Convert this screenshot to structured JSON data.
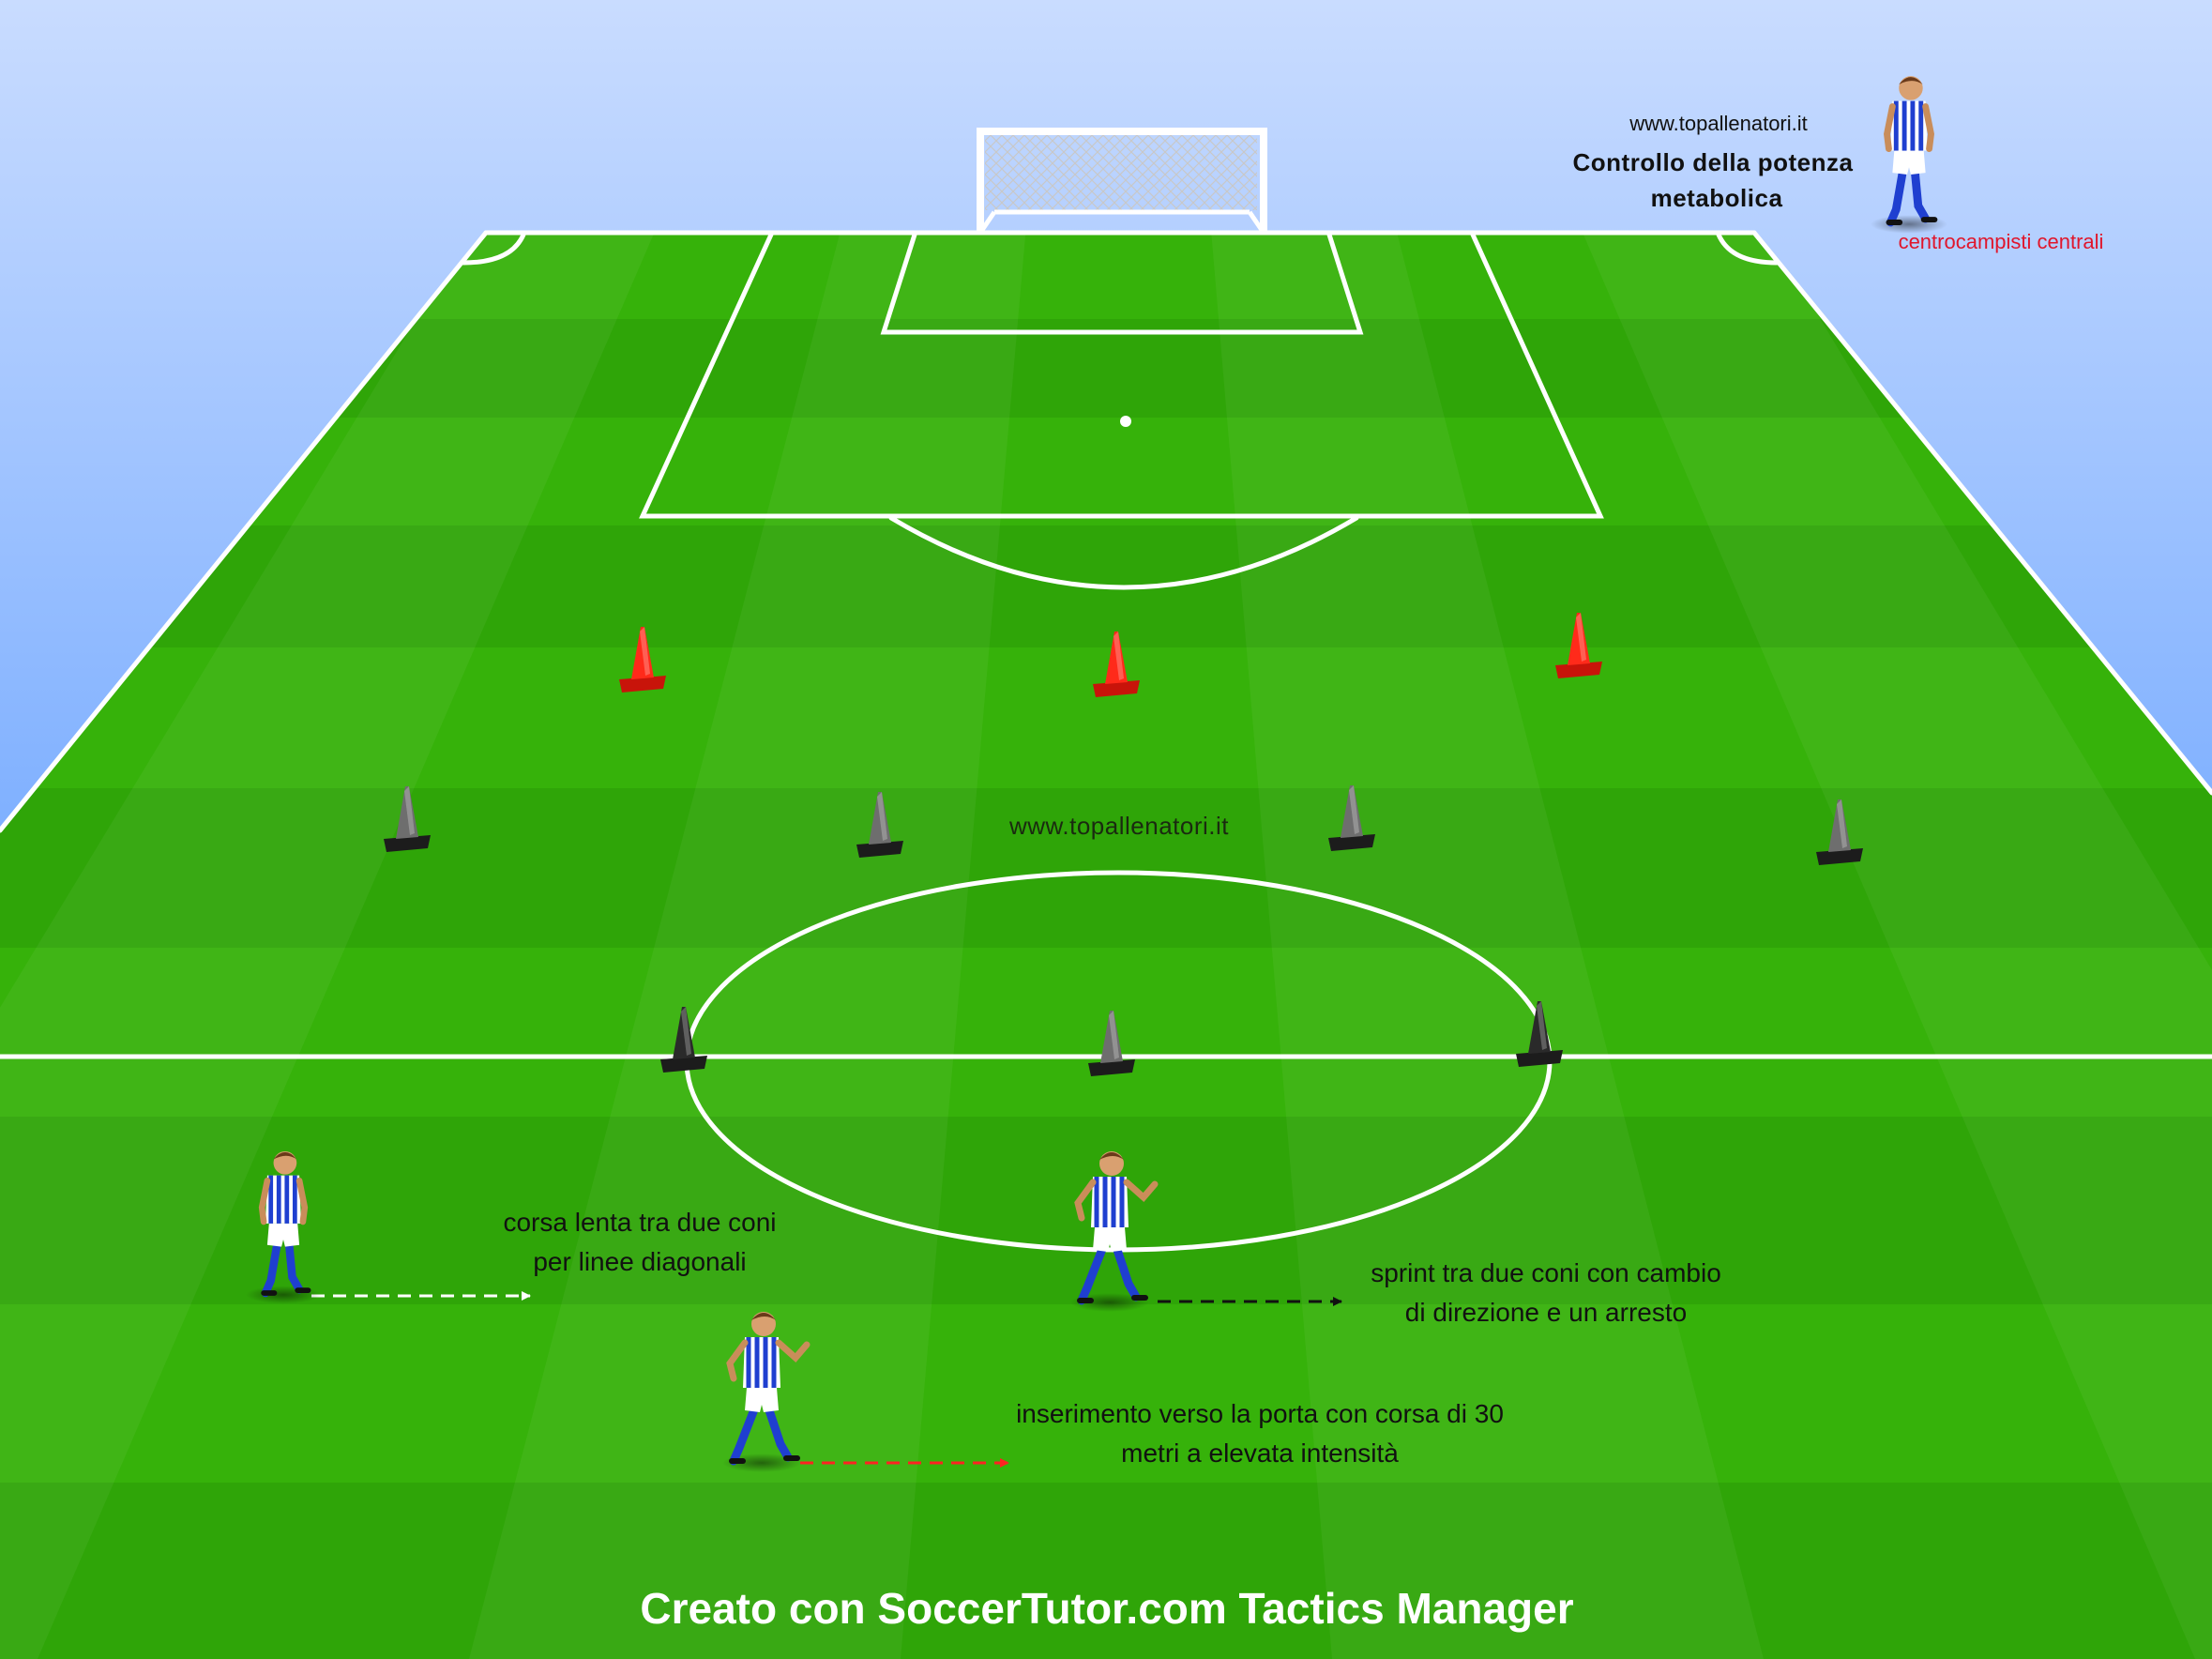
{
  "header": {
    "site_url": "www.topallenatori.it",
    "title_line1": "Controllo della potenza",
    "title_line2": "metabolica",
    "legend_player_label": "centrocampisti centrali"
  },
  "field": {
    "watermark": "www.topallenatori.it"
  },
  "annotations": {
    "slow_run_line1": "corsa lenta tra due coni",
    "slow_run_line2": "per linee diagonali",
    "sprint_line1": "sprint tra due coni con cambio",
    "sprint_line2": "di direzione e un arresto",
    "insert_line1": "inserimento verso la porta con corsa di 30",
    "insert_line2": "metri a elevata intensità"
  },
  "footer": {
    "credit": "Creato con SoccerTutor.com Tactics Manager"
  },
  "colors": {
    "sky_top": "#c9dcff",
    "sky_bottom": "#4a8ff0",
    "grass_light": "#36b20a",
    "grass_dark": "#2a9a08",
    "line": "#ffffff",
    "cone_red": "#ff2a1a",
    "cone_grey": "#6e6e6e",
    "player_stripe": "#1f3fd0",
    "legend_text_red": "#e0162b"
  },
  "icons": {
    "cone": "cone-icon",
    "player": "player-icon",
    "goal": "goal-icon"
  }
}
